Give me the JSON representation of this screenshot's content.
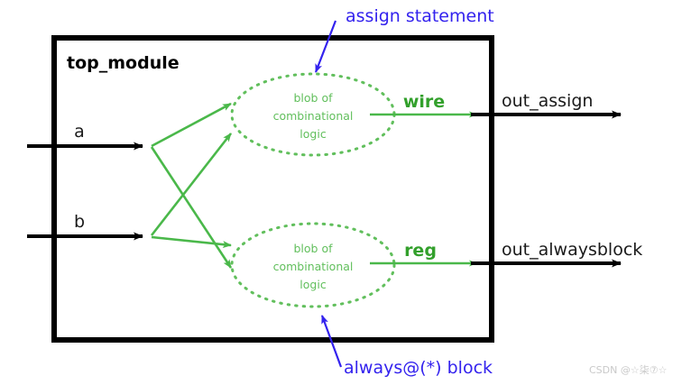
{
  "diagram": {
    "title": "top_module",
    "colors": {
      "outline": "#000000",
      "blob_green": "#61bf5c",
      "signal_green": "#33a02c",
      "annotation_blue": "#3322ee",
      "text_black": "#1a1a1a",
      "watermark_gray": "#c9c9c9",
      "background": "#ffffff"
    },
    "inputs": [
      {
        "label": "a"
      },
      {
        "label": "b"
      }
    ],
    "blobs": [
      {
        "line1": "blob of",
        "line2": "combinational",
        "line3": "logic"
      },
      {
        "line1": "blob of",
        "line2": "combinational",
        "line3": "logic"
      }
    ],
    "internal_signals": [
      {
        "label": "wire"
      },
      {
        "label": "reg"
      }
    ],
    "outputs": [
      {
        "label": "out_assign"
      },
      {
        "label": "out_alwaysblock"
      }
    ],
    "annotations": [
      {
        "label": "assign statement"
      },
      {
        "label": "always@(*) block"
      }
    ],
    "watermark": "CSDN @☆柒⑦☆"
  }
}
